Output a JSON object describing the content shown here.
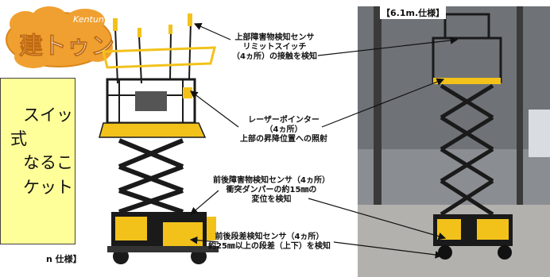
{
  "logo": {
    "main_text": "建トゥン",
    "sub_text": "Kentun"
  },
  "callout": {
    "lines": [
      "スイッ",
      "式",
      "なるこ",
      "ケット"
    ]
  },
  "left_spec_caption": "n 仕様】",
  "right_spec_caption": "【6.1m.仕様】",
  "annotations": [
    {
      "id": "upper-obstacle-sensor",
      "lines": [
        "上部障害物検知センサ",
        "リミットスイッチ",
        "（4ヵ所）の接触を検知"
      ]
    },
    {
      "id": "laser-pointer",
      "lines": [
        "レーザーポインター",
        "（4ヵ所）",
        "上部の昇降位置への照射"
      ]
    },
    {
      "id": "front-rear-obstacle-sensor",
      "lines": [
        "前後障害物検知センサ（4ヵ所）",
        "衝突ダンパーの約15㎜の",
        "変位を検知"
      ]
    },
    {
      "id": "front-rear-step-sensor",
      "lines": [
        "前後段差検知センサ（4ヵ所）",
        "約25㎜以上の段差（上下）を検知"
      ]
    }
  ],
  "colors": {
    "callout_bg": "#ffff99",
    "logo_orange": "#f0a030",
    "lift_yellow": "#f2c21b",
    "lift_black": "#1a1a1a"
  }
}
